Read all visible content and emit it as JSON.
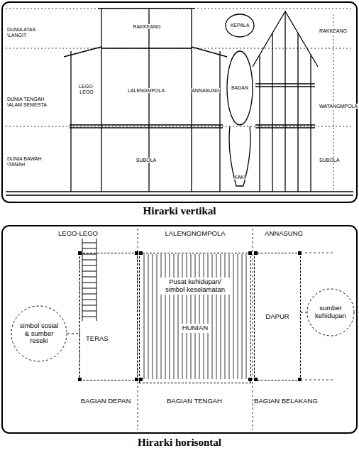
{
  "diagram": {
    "nodes": [
      {
        "text": [
          "simbol sosial & sumber reseki"
        ]
      },
      {
        "text": [
          "TERAS"
        ]
      },
      {
        "text": [
          "Pusat kehidupan/ simbol keselamatan",
          "HUNIAN"
        ]
      },
      {
        "text": [
          "DAPUR"
        ]
      },
      {
        "text": [
          "sumber kehidupan"
        ]
      }
    ],
    "edges": [
      {
        "from": 0,
        "to": 1,
        "arrow": "none"
      },
      {
        "from": 3,
        "to": 4,
        "arrow": "none"
      }
    ],
    "labels": [
      "DUNIA ATAS \\LANGIT",
      "DUNIA TENGAH \\ALAM SEMESTA",
      "DUNIA BAWAH \\TANAH",
      "RAKKEANG",
      "LEGO-LEGO",
      "LALENGMPOLA",
      "ANNASUNG",
      "SUBOLA",
      "KEPALA",
      "BADAN",
      "KAKI",
      "RAKKEANG",
      "WATANGMPOLA",
      "SUBOLA",
      "Hirarki vertikal",
      "LEGO-LEGO",
      "LALENGNGMPOLA",
      "ANNASUNG",
      "BAGIAN DEPAN",
      "BAGIAN TENGAH",
      "BAGIAN BELAKANG",
      "Hirarki horisontal"
    ]
  }
}
